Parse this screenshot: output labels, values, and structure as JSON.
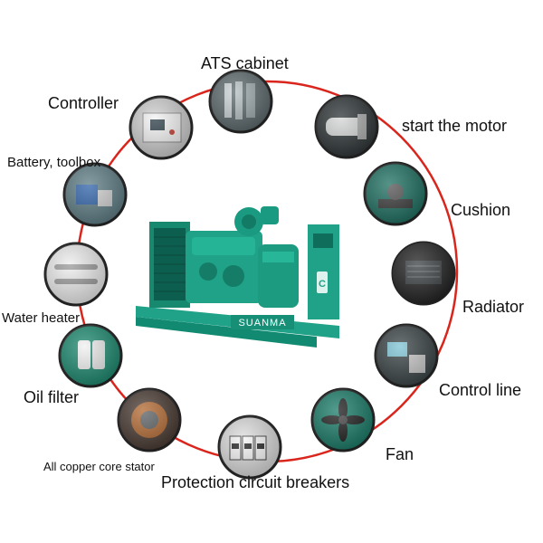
{
  "diagram": {
    "center": {
      "brand": "SUANMA",
      "decal": "C",
      "ring_color": "#d9251c",
      "body_color": "#1fa287"
    },
    "components": [
      {
        "id": "ats",
        "label": "ATS cabinet",
        "icon": "ats-cabinet-photo"
      },
      {
        "id": "motor",
        "label": "start the motor",
        "icon": "starter-motor-photo"
      },
      {
        "id": "cushion",
        "label": "Cushion",
        "icon": "cushion-mount-photo"
      },
      {
        "id": "radiator",
        "label": "Radiator",
        "icon": "radiator-photo"
      },
      {
        "id": "control",
        "label": "Control line",
        "icon": "control-line-photo"
      },
      {
        "id": "fan",
        "label": "Fan",
        "icon": "fan-photo"
      },
      {
        "id": "breakers",
        "label": "Protection circuit breakers",
        "icon": "circuit-breakers-photo"
      },
      {
        "id": "stator",
        "label": "All copper core stator",
        "icon": "copper-stator-photo"
      },
      {
        "id": "oil",
        "label": "Oil filter",
        "icon": "oil-filter-photo"
      },
      {
        "id": "heater",
        "label": "Water heater",
        "icon": "water-heater-photo"
      },
      {
        "id": "battery",
        "label": "Battery, toolbox",
        "icon": "battery-toolbox-photo"
      },
      {
        "id": "controller",
        "label": "Controller",
        "icon": "controller-photo"
      }
    ]
  }
}
